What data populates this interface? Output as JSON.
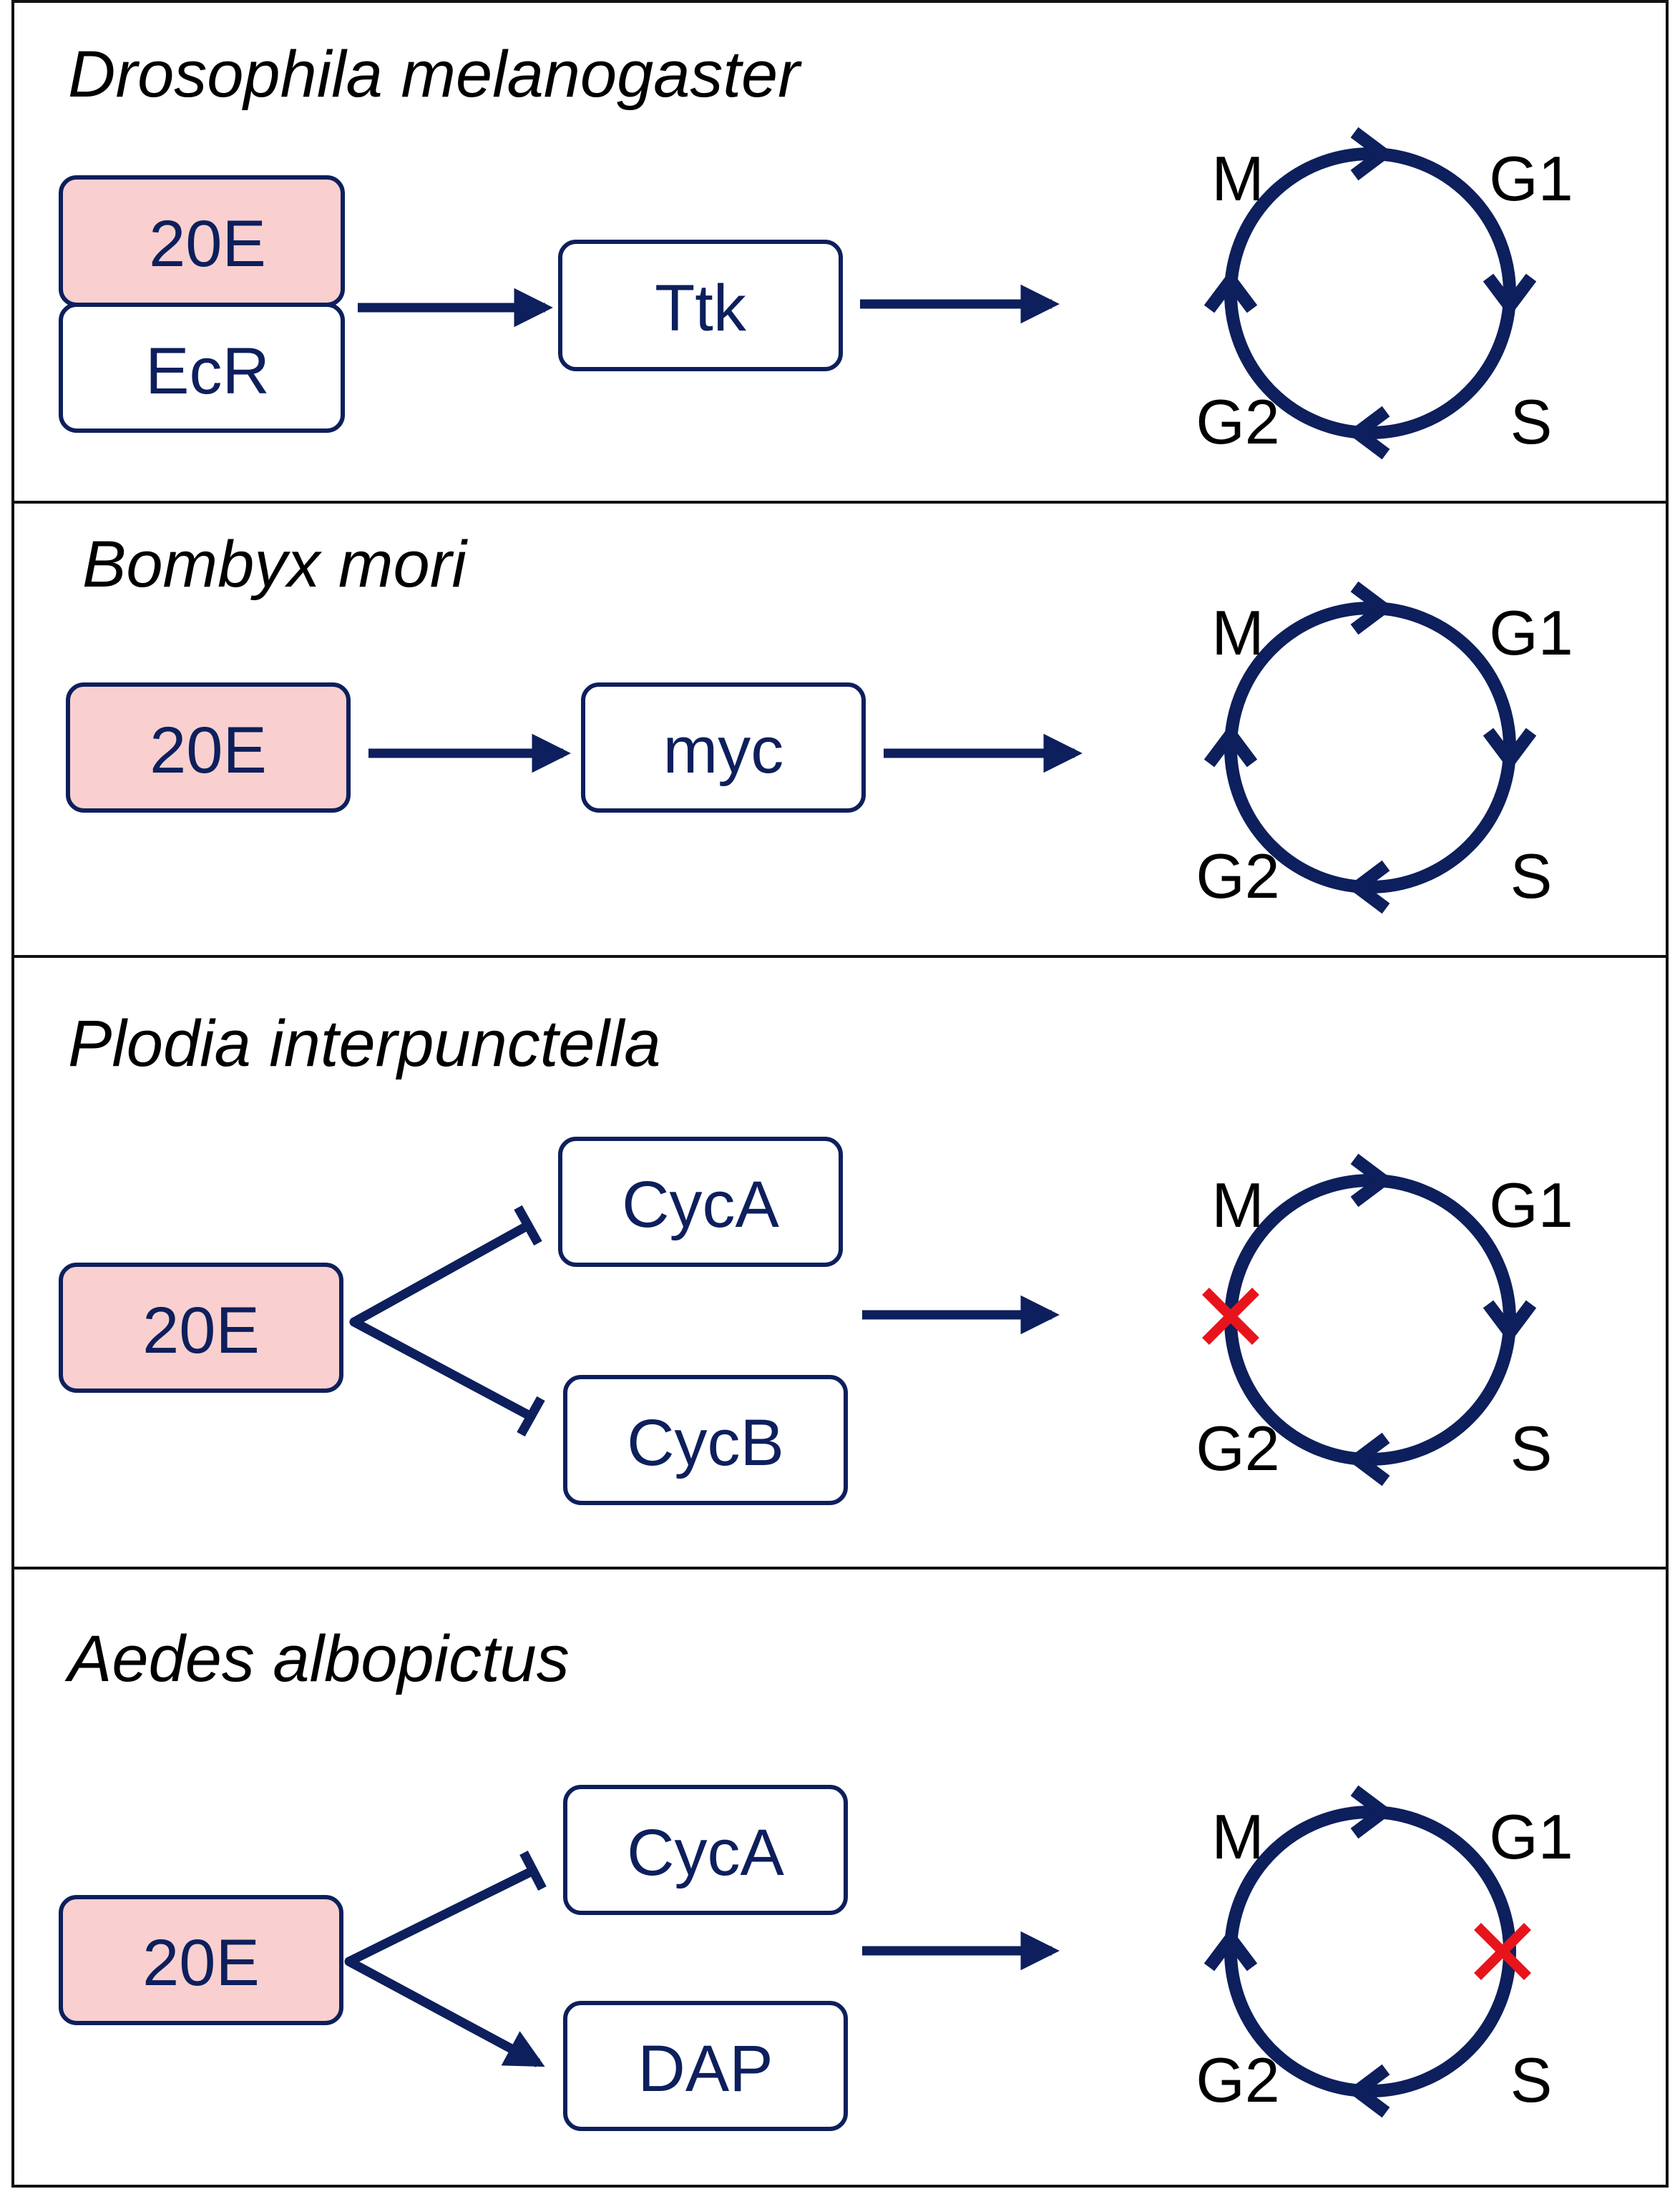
{
  "colors": {
    "navy": "#0d1f5c",
    "hormone_fill": "#f9d0cf",
    "block_mark": "#e8141b",
    "panel_border": "#111111"
  },
  "phase_labels": {
    "m": "M",
    "g1": "G1",
    "s": "S",
    "g2": "G2"
  },
  "panels": [
    {
      "species": "Drosophila melanogaster",
      "hormone": "20E",
      "receptor": "EcR",
      "target": "Ttk",
      "arrest": "none"
    },
    {
      "species": "Bombyx mori",
      "hormone": "20E",
      "target": "myc",
      "arrest": "none"
    },
    {
      "species": "Plodia interpunctella",
      "hormone": "20E",
      "targets": [
        {
          "label": "CycA",
          "effect": "inhibit"
        },
        {
          "label": "CycB",
          "effect": "inhibit"
        }
      ],
      "arrest": "G2/M"
    },
    {
      "species": "Aedes albopictus",
      "hormone": "20E",
      "targets": [
        {
          "label": "CycA",
          "effect": "inhibit"
        },
        {
          "label": "DAP",
          "effect": "activate"
        }
      ],
      "arrest": "G1/S"
    }
  ]
}
